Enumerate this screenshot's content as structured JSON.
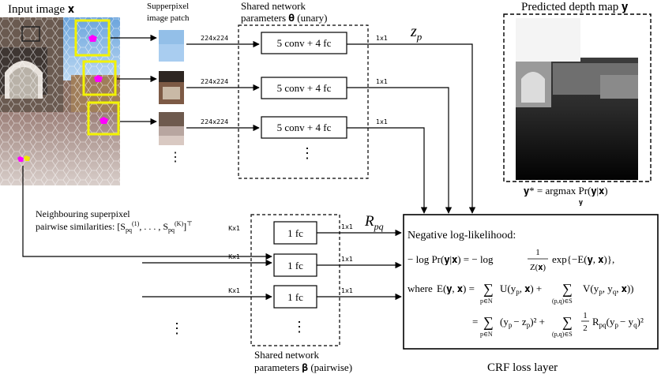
{
  "labels": {
    "input_image": "Input image 𝐱",
    "superpixel_patch_line1": "Supperpixel",
    "superpixel_patch_line2": "image patch",
    "shared_unary_line1": "Shared network",
    "shared_unary_line2": "parameters 𝛉 (unary)",
    "predicted_depth": "Predicted depth map 𝐲",
    "argmax": "𝐲* = argmax Pr(𝐲|𝐱)",
    "argmax_sub": "𝐲",
    "neighbour_line1": "Neighbouring superpixel",
    "neighbour_line2": "pairwise similarities: [S",
    "shared_pairwise_line1": "Shared network",
    "shared_pairwise_line2": "parameters 𝛃 (pairwise)",
    "crf_loss": "CRF loss layer",
    "z_p": "z",
    "z_p_sub": "p",
    "r_pq": "R",
    "r_pq_sub": "pq"
  },
  "unary_boxes": [
    "5 conv  + 4 fc",
    "5 conv  + 4 fc",
    "5 conv  + 4 fc"
  ],
  "pairwise_boxes": [
    "1 fc",
    "1 fc",
    "1 fc"
  ],
  "dim_labels": {
    "patch": "224x224",
    "out_unary": "1x1",
    "in_pairwise": "Kx1",
    "out_pairwise": "1x1"
  },
  "ellipsis": "⋮",
  "equations": {
    "title": "Negative log-likelihood:",
    "eq1": "− log Pr(𝐲|𝐱) = − log",
    "eq1_frac_num": "1",
    "eq1_frac_den": "Z(𝐱)",
    "eq1_tail": "exp{−E(𝐲, 𝐱)},",
    "eq2_where": "where",
    "eq2_lhs": "E(𝐲, 𝐱) =",
    "eq2_sum1": "∑",
    "eq2_sum1_sub": "p∈N",
    "eq2_term1": "U(y",
    "eq2_term1_b": "p",
    "eq2_term1_c": ", 𝐱) +",
    "eq2_sum2": "∑",
    "eq2_sum2_sub": "(p,q)∈S",
    "eq2_term2": "V(y",
    "eq2_term2_b": "p",
    "eq2_term2_c": ", y",
    "eq2_term2_d": "q",
    "eq2_term2_e": ", 𝐱))",
    "eq3_eq": "=",
    "eq3_sum1": "∑",
    "eq3_sum1_sub": "p∈N",
    "eq3_term1": "(y",
    "eq3_term1_b": "p",
    "eq3_term1_c": "− z",
    "eq3_term1_d": "p",
    "eq3_term1_e": ")² +",
    "eq3_sum2": "∑",
    "eq3_sum2_sub": "(p,q)∈S",
    "eq3_frac_num": "1",
    "eq3_frac_den": "2",
    "eq3_term2": "R",
    "eq3_term2_b": "pq",
    "eq3_term2_c": "(y",
    "eq3_term2_d": "p",
    "eq3_term2_e": "− y",
    "eq3_term2_f": "q",
    "eq3_term2_g": ")²"
  },
  "colors": {
    "highlight_box": "#f2f200",
    "superpixel_dot": "#ff00ff",
    "pair_dot_2": "#f2e600",
    "line": "#000000"
  }
}
